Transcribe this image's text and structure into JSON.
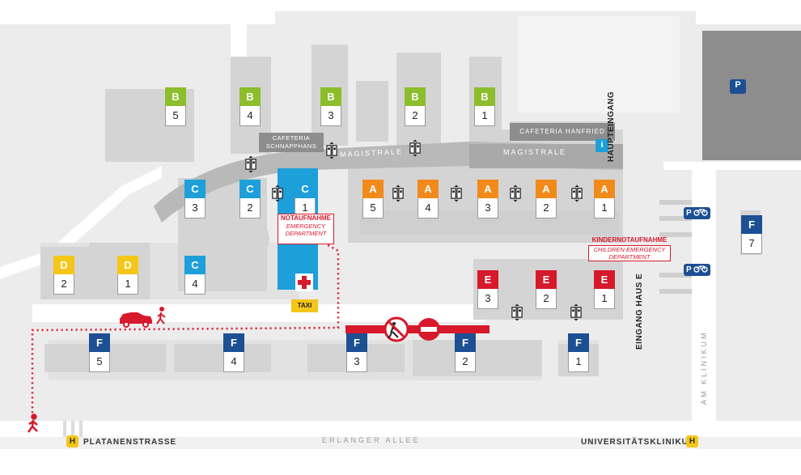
{
  "buildings": [
    {
      "id": "B5",
      "letter": "B",
      "number": "5",
      "color": "#8cbd2b"
    },
    {
      "id": "B4",
      "letter": "B",
      "number": "4",
      "color": "#8cbd2b"
    },
    {
      "id": "B3",
      "letter": "B",
      "number": "3",
      "color": "#8cbd2b"
    },
    {
      "id": "B2",
      "letter": "B",
      "number": "2",
      "color": "#8cbd2b"
    },
    {
      "id": "B1",
      "letter": "B",
      "number": "1",
      "color": "#8cbd2b"
    },
    {
      "id": "C3",
      "letter": "C",
      "number": "3",
      "color": "#1d9fda"
    },
    {
      "id": "C2",
      "letter": "C",
      "number": "2",
      "color": "#1d9fda"
    },
    {
      "id": "C1",
      "letter": "C",
      "number": "1",
      "color": "#1d9fda"
    },
    {
      "id": "C4",
      "letter": "C",
      "number": "4",
      "color": "#1d9fda"
    },
    {
      "id": "A5",
      "letter": "A",
      "number": "5",
      "color": "#f28a1b"
    },
    {
      "id": "A4",
      "letter": "A",
      "number": "4",
      "color": "#f28a1b"
    },
    {
      "id": "A3",
      "letter": "A",
      "number": "3",
      "color": "#f28a1b"
    },
    {
      "id": "A2",
      "letter": "A",
      "number": "2",
      "color": "#f28a1b"
    },
    {
      "id": "A1",
      "letter": "A",
      "number": "1",
      "color": "#f28a1b"
    },
    {
      "id": "D2",
      "letter": "D",
      "number": "2",
      "color": "#f5c61a"
    },
    {
      "id": "D1",
      "letter": "D",
      "number": "1",
      "color": "#f5c61a"
    },
    {
      "id": "E3",
      "letter": "E",
      "number": "3",
      "color": "#d7192c"
    },
    {
      "id": "E2",
      "letter": "E",
      "number": "2",
      "color": "#d7192c"
    },
    {
      "id": "E1",
      "letter": "E",
      "number": "1",
      "color": "#d7192c"
    },
    {
      "id": "F5",
      "letter": "F",
      "number": "5",
      "color": "#1d4f93"
    },
    {
      "id": "F4",
      "letter": "F",
      "number": "4",
      "color": "#1d4f93"
    },
    {
      "id": "F3",
      "letter": "F",
      "number": "3",
      "color": "#1d4f93"
    },
    {
      "id": "F2",
      "letter": "F",
      "number": "2",
      "color": "#1d4f93"
    },
    {
      "id": "F1",
      "letter": "F",
      "number": "1",
      "color": "#1d4f93"
    },
    {
      "id": "F7",
      "letter": "F",
      "number": "7",
      "color": "#1d4f93"
    }
  ],
  "labels": {
    "cafeteria_schnapphans": "CAFETERIA SCHNAPPHANS",
    "cafeteria_hanfried": "CAFETERIA HANFRIED",
    "magistrale_1": "MAGISTRALE",
    "magistrale_2": "MAGISTRALE",
    "haupteingang": "HAUPTEINGANG",
    "eingang_haus_e": "EINGANG HAUS E",
    "am_klinikum": "AM KLINIKUM",
    "erlanger_allee": "ERLANGER ALLEE",
    "platanenstrasse": "PLATANENSTRASSE",
    "universitaetsklinikum": "UNIVERSITÄTSKLINIKUM",
    "taxi": "TAXI",
    "info": "i",
    "parking": "P",
    "bus_stop": "H"
  },
  "emergency": {
    "title": "NOTAUFNAHME",
    "subtitle_1": "EMERGENCY",
    "subtitle_2": "DEPARTMENT"
  },
  "children_emergency": {
    "title": "KINDERNOTAUFNAHME",
    "subtitle_1": "CHILDREN EMERGENCY",
    "subtitle_2": "DEPARTMENT"
  },
  "colors": {
    "ground": "#ececec",
    "roads": "#ffffff",
    "building_gray": "#d4d4d4",
    "dark_gray": "#8d8d8d",
    "emergency_red": "#d7192c",
    "emergency_blue": "#1d9fda",
    "navy": "#1d4f93",
    "bus_yellow": "#f5c61a"
  }
}
